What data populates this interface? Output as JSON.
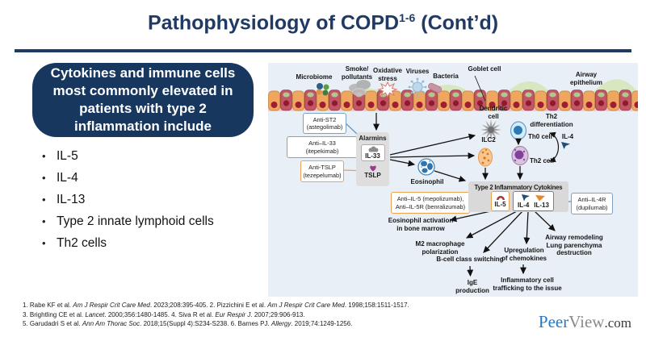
{
  "title": {
    "prefix": "Pathophysiology of COPD",
    "sup": "1-6",
    "suffix": " (Cont’d)"
  },
  "callout": {
    "text": "Cytokines and immune cells\nmost commonly elevated in\npatients with type 2\ninflammation include"
  },
  "bullets": [
    "IL-5",
    "IL-4",
    "IL-13",
    "Type 2 innate lymphoid cells",
    "Th2 cells"
  ],
  "diagram": {
    "labels": {
      "microbiome": "Microbiome",
      "smoke": "Smoke/\npollutants",
      "oxidative": "Oxidative\nstress",
      "viruses": "Viruses",
      "bacteria": "Bacteria",
      "goblet": "Goblet cell",
      "airway_epithelium": "Airway\nepithelium",
      "dendritic": "Dendritic\ncell",
      "ilc2": "ILC2",
      "th0": "Th0 cell",
      "th2": "Th2 cell",
      "th2_diff": "Th2\ndifferentiation",
      "il4_side": "IL-4",
      "alarmins": "Alarmins",
      "il33": "IL-33",
      "tslp": "TSLP",
      "eosinophil": "Eosinophil",
      "type2_header": "Type 2 Inflammatory Cytokines",
      "il5": "IL-5",
      "il4": "IL-4",
      "il13": "IL-13",
      "anti_st2": "Anti-ST2\n(astegolimab)",
      "anti_il33": "Anti–IL-33\n(itepekimab)",
      "anti_tslp": "Anti-TSLP\n(tezepelumab)",
      "anti_il5": "Anti–IL-5 (mepolizumab),\nAnti–IL-5R (benralizumab)",
      "anti_il4r": "Anti–IL-4R\n(dupilumab)",
      "eos_activation": "Eosinophil activation\nin bone marrow",
      "m2": "M2 macrophage\npolarization",
      "bcell": "B-cell class switching",
      "ige": "IgE\nproduction",
      "upreg": "Upregulation\nof chemokines",
      "inflammatory": "Inflammatory cell\ntrafficking to the issue",
      "airway_remodel": "Airway remodeling\nLung parenchyma\ndestruction"
    }
  },
  "references": [
    [
      {
        "t": "1. Rabe KF et al. "
      },
      {
        "t": "Am J Respir Crit Care Med",
        "i": true
      },
      {
        "t": ". 2023;208:395-405. 2. Pizzichini E et al. "
      },
      {
        "t": "Am J Respir Crit Care Med",
        "i": true
      },
      {
        "t": ". 1998;158:1511-1517."
      }
    ],
    [
      {
        "t": "3. Brightling CE et al. "
      },
      {
        "t": "Lancet",
        "i": true
      },
      {
        "t": ". 2000;356:1480-1485. 4. Siva R et al. "
      },
      {
        "t": "Eur Respir J",
        "i": true
      },
      {
        "t": ". 2007;29:906-913."
      }
    ],
    [
      {
        "t": "5. Garudadri S et al. "
      },
      {
        "t": "Ann Am Thorac Soc",
        "i": true
      },
      {
        "t": ". 2018;15(Suppl 4):S234-S238. 6. Barnes PJ. "
      },
      {
        "t": "Allergy",
        "i": true
      },
      {
        "t": ". 2019;74:1249-1256."
      }
    ]
  ],
  "logo": {
    "peer": "Peer",
    "view": "View",
    "com": ".com"
  },
  "colors": {
    "navy": "#17375e",
    "diagram_bg": "#e9eff6",
    "orange_accent": "#eda34e",
    "green_accent": "#86b55e",
    "blue_accent": "#7ba2c4",
    "gray_box": "#d9d9d9",
    "il4_icon": "#1f4e79",
    "il13_icon": "#e8882d",
    "il5_icon": "#b03030",
    "tslp_icon": "#993a8e",
    "logo_blue": "#2777c4",
    "logo_gray": "#8a8a8a"
  }
}
